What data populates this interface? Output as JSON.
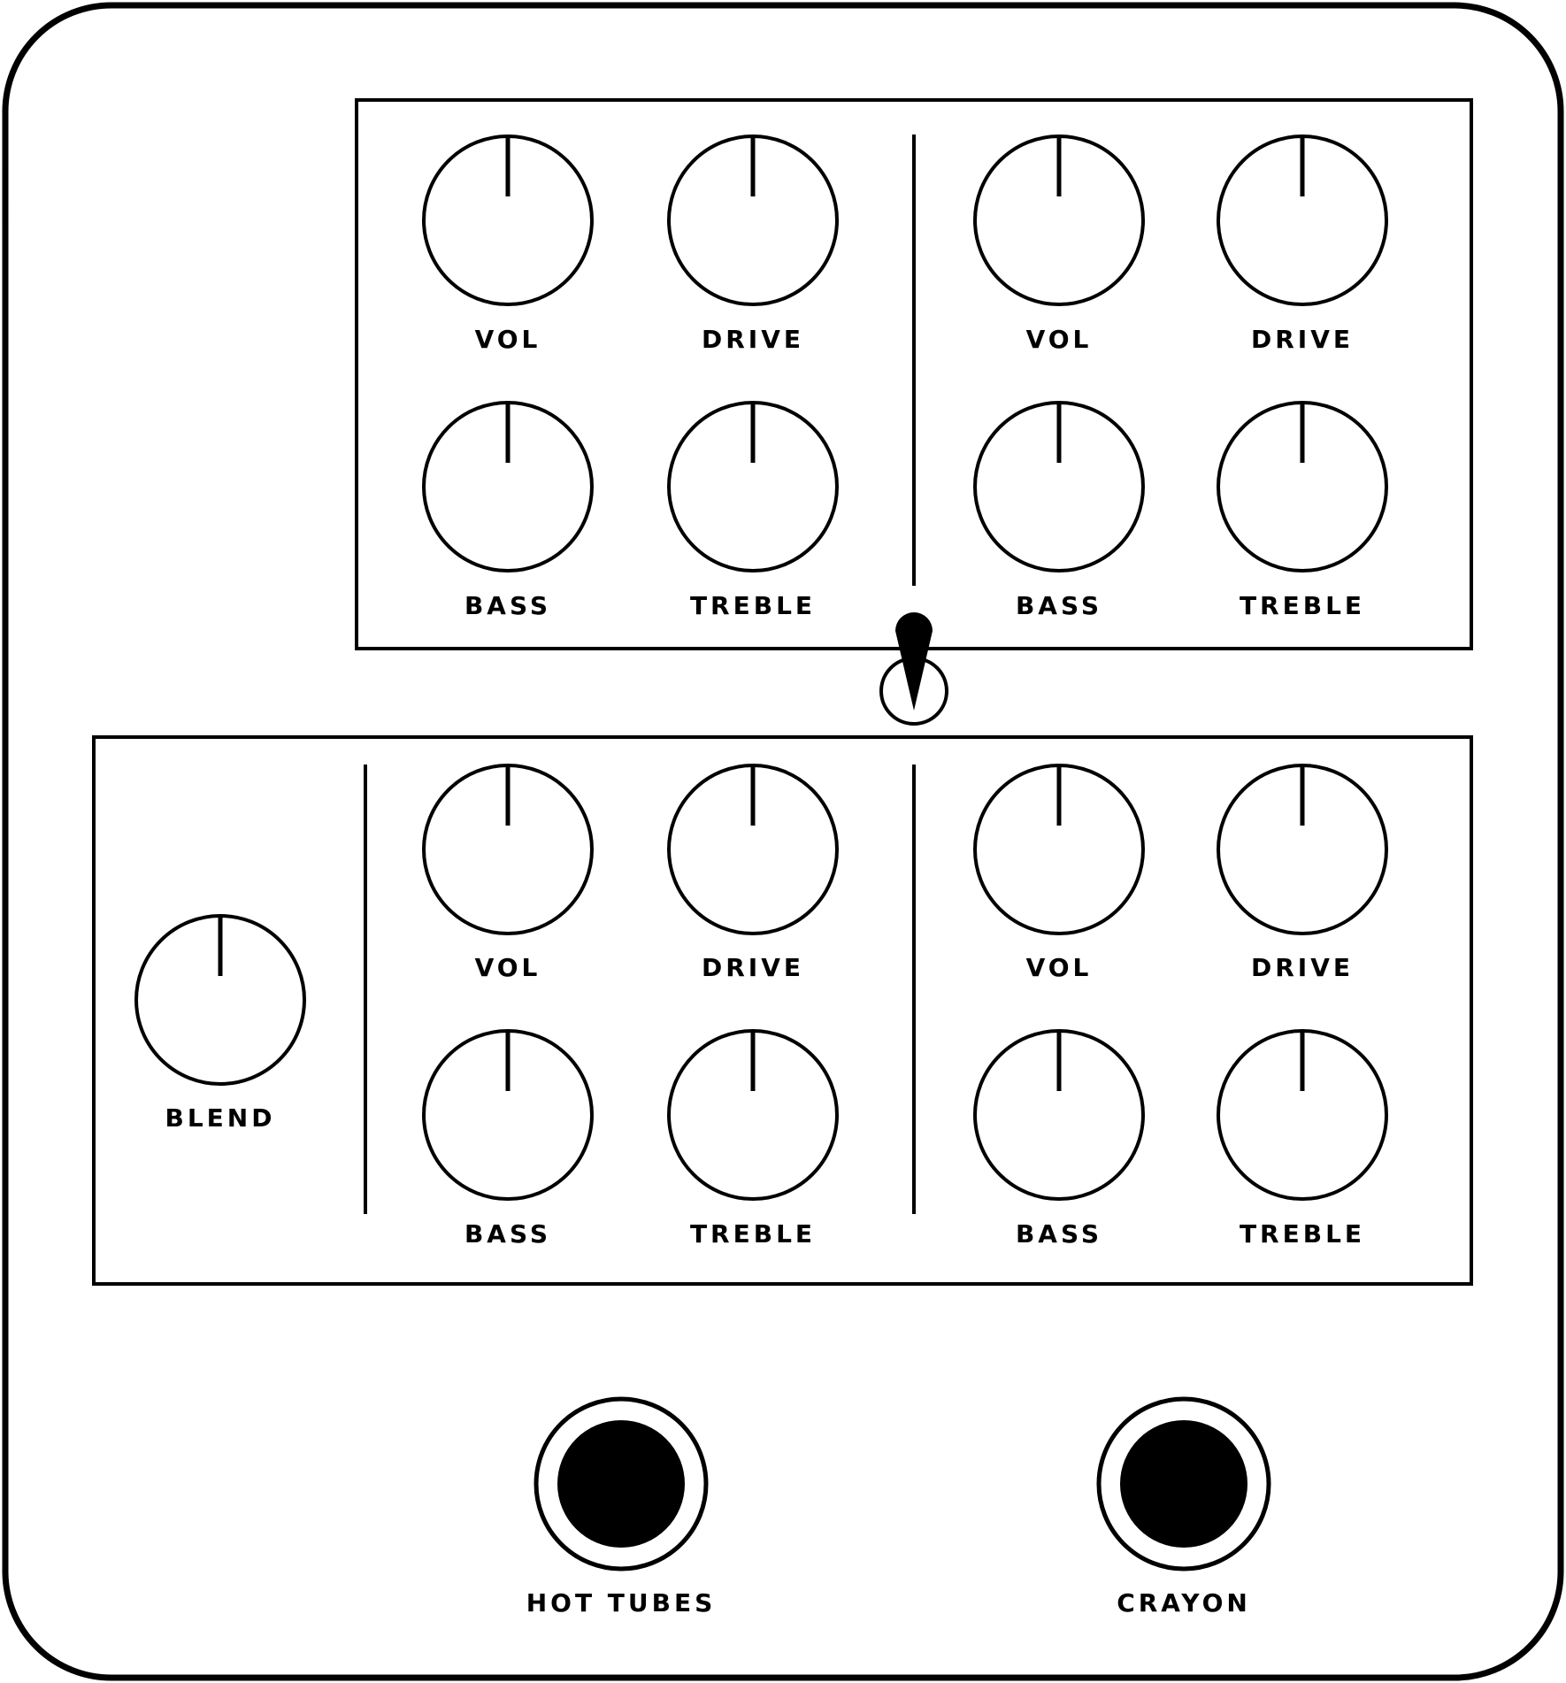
{
  "colors": {
    "ink": "#000000",
    "face": "#ffffff"
  },
  "top_panel": {
    "left_group": {
      "vol": {
        "label": "VOL",
        "icon": "knob-icon"
      },
      "drive": {
        "label": "DRIVE",
        "icon": "knob-icon"
      },
      "bass": {
        "label": "BASS",
        "icon": "knob-icon"
      },
      "treble": {
        "label": "TREBLE",
        "icon": "knob-icon"
      }
    },
    "right_group": {
      "vol": {
        "label": "VOL",
        "icon": "knob-icon"
      },
      "drive": {
        "label": "DRIVE",
        "icon": "knob-icon"
      },
      "bass": {
        "label": "BASS",
        "icon": "knob-icon"
      },
      "treble": {
        "label": "TREBLE",
        "icon": "knob-icon"
      }
    }
  },
  "toggle": {
    "icon": "toggle-switch-icon"
  },
  "bottom_panel": {
    "blend": {
      "label": "BLEND",
      "icon": "knob-icon"
    },
    "left_group": {
      "vol": {
        "label": "VOL",
        "icon": "knob-icon"
      },
      "drive": {
        "label": "DRIVE",
        "icon": "knob-icon"
      },
      "bass": {
        "label": "BASS",
        "icon": "knob-icon"
      },
      "treble": {
        "label": "TREBLE",
        "icon": "knob-icon"
      }
    },
    "right_group": {
      "vol": {
        "label": "VOL",
        "icon": "knob-icon"
      },
      "drive": {
        "label": "DRIVE",
        "icon": "knob-icon"
      },
      "bass": {
        "label": "BASS",
        "icon": "knob-icon"
      },
      "treble": {
        "label": "TREBLE",
        "icon": "knob-icon"
      }
    }
  },
  "footswitches": [
    {
      "label": "HOT TUBES",
      "icon": "footswitch-icon"
    },
    {
      "label": "CRAYON",
      "icon": "footswitch-icon"
    }
  ]
}
